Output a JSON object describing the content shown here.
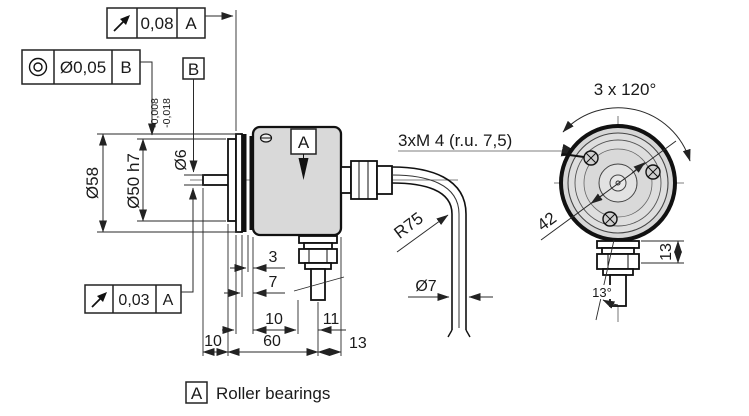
{
  "drawing": {
    "tolerance_frames": {
      "runout_top": {
        "symbol": "circular-runout-icon",
        "value": "0,08",
        "datum": "A"
      },
      "concentricity": {
        "symbol": "concentricity-icon",
        "value": "Ø0,05",
        "datum": "B"
      },
      "runout_bottom": {
        "symbol": "circular-runout-icon",
        "value": "0,03",
        "datum": "A"
      }
    },
    "datums": {
      "a_flag": "A",
      "b_box": "B"
    },
    "dimensions": {
      "dia_58": "Ø58",
      "dia_50": "Ø50  h7",
      "dia_6": "Ø6",
      "dia6_tol_upper": "-0,008",
      "dia6_tol_lower": "-0,018",
      "len_3": "3",
      "len_7": "7",
      "len_10_side": "10",
      "len_11": "11",
      "len_10_shaft": "10",
      "len_60": "60",
      "len_13_bottom": "13",
      "cable_radius": "R75",
      "cable_dia": "Ø7",
      "thread_callout": "3xM 4 (r.u. 7,5)",
      "bolt_angle": "3 x 120°",
      "bolt_circle_dia": "42",
      "gland_len_13": "13",
      "gland_angle_13": "13°"
    },
    "caption": {
      "datum": "A",
      "text": "Roller bearings"
    }
  }
}
